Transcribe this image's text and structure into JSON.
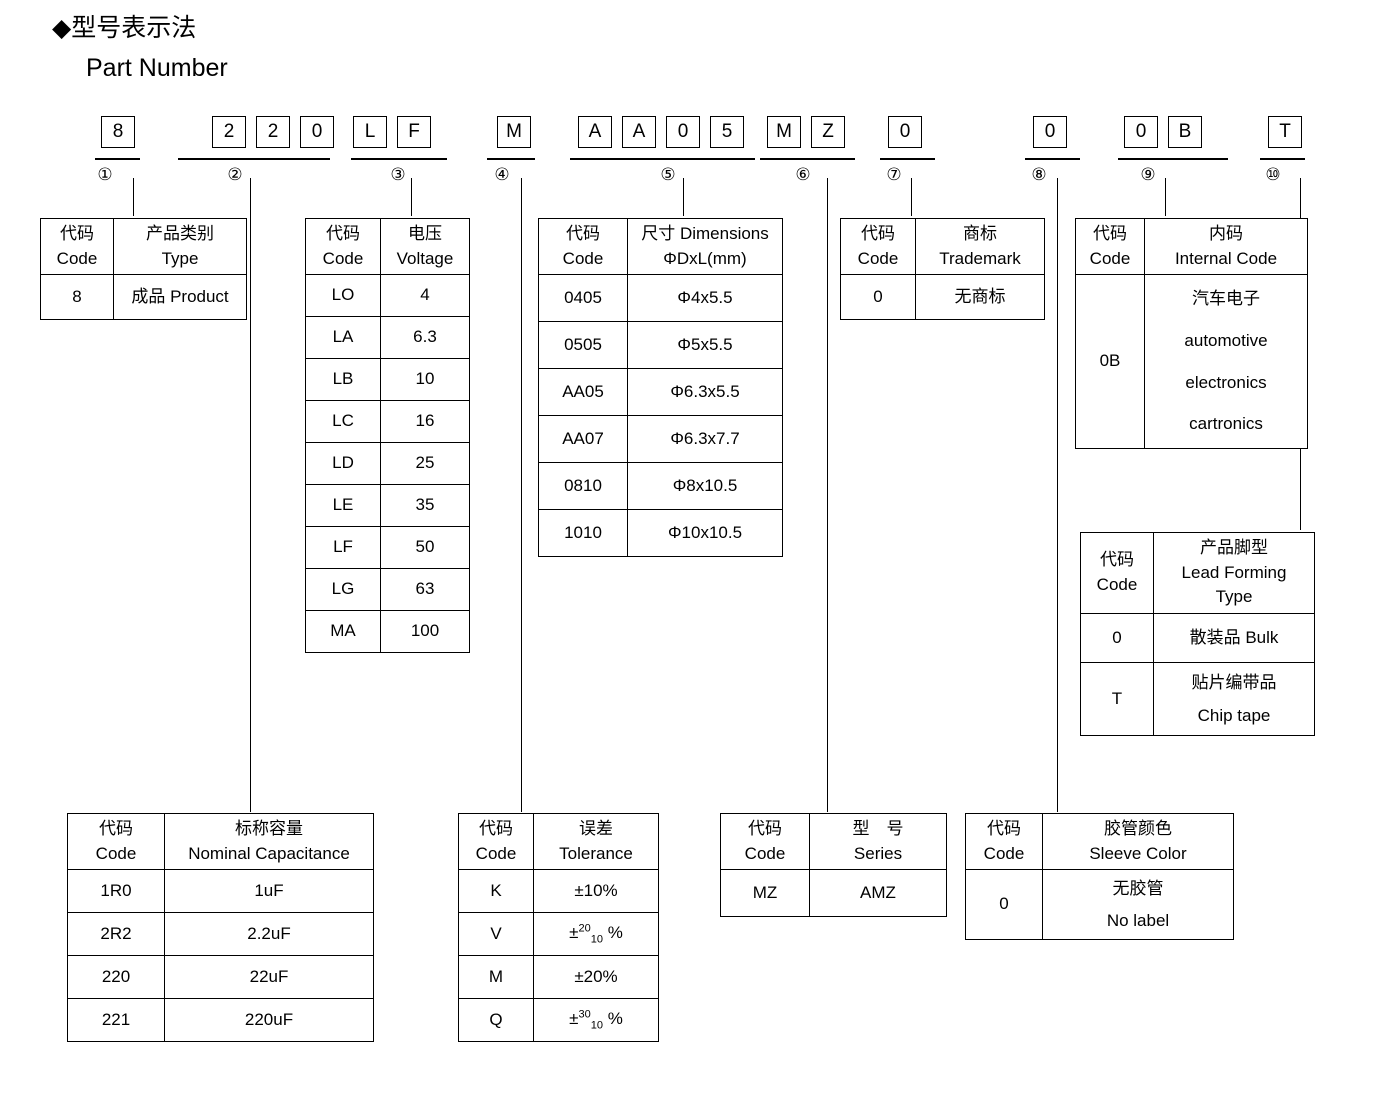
{
  "heading": {
    "bullet": "◆",
    "cn": "型号表示法",
    "en": "Part Number"
  },
  "part_number": {
    "groups": [
      {
        "index": "①",
        "chars": [
          "8"
        ]
      },
      {
        "index": "②",
        "chars": [
          "2",
          "2",
          "0"
        ]
      },
      {
        "index": "③",
        "chars": [
          "L",
          "F"
        ]
      },
      {
        "index": "④",
        "chars": [
          "M"
        ]
      },
      {
        "index": "⑤",
        "chars": [
          "A",
          "A",
          "0",
          "5"
        ]
      },
      {
        "index": "⑥",
        "chars": [
          "M",
          "Z"
        ]
      },
      {
        "index": "⑦",
        "chars": [
          "0"
        ]
      },
      {
        "index": "⑧",
        "chars": [
          "0"
        ]
      },
      {
        "index": "⑨",
        "chars": [
          "0",
          "B"
        ]
      },
      {
        "index": "⑩",
        "chars": [
          "T"
        ]
      }
    ],
    "full_string": "8 220 LF M AA05 MZ 0 0 0B T"
  },
  "tables": {
    "type": {
      "header": {
        "code_cn": "代码",
        "code_en": "Code",
        "val_cn": "产品类别",
        "val_en": "Type"
      },
      "rows": [
        {
          "code": "8",
          "value": "成品 Product"
        }
      ]
    },
    "voltage": {
      "header": {
        "code_cn": "代码",
        "code_en": "Code",
        "val_cn": "电压",
        "val_en": "Voltage"
      },
      "rows": [
        {
          "code": "LO",
          "value": "4"
        },
        {
          "code": "LA",
          "value": "6.3"
        },
        {
          "code": "LB",
          "value": "10"
        },
        {
          "code": "LC",
          "value": "16"
        },
        {
          "code": "LD",
          "value": "25"
        },
        {
          "code": "LE",
          "value": "35"
        },
        {
          "code": "LF",
          "value": "50"
        },
        {
          "code": "LG",
          "value": "63"
        },
        {
          "code": "MA",
          "value": "100"
        }
      ]
    },
    "dimensions": {
      "header": {
        "code_cn": "代码",
        "code_en": "Code",
        "val_cn": "尺寸 Dimensions",
        "val_en": "ΦDxL(mm)"
      },
      "rows": [
        {
          "code": "0405",
          "value": "Φ4x5.5"
        },
        {
          "code": "0505",
          "value": "Φ5x5.5"
        },
        {
          "code": "AA05",
          "value": "Φ6.3x5.5"
        },
        {
          "code": "AA07",
          "value": "Φ6.3x7.7"
        },
        {
          "code": "0810",
          "value": "Φ8x10.5"
        },
        {
          "code": "1010",
          "value": "Φ10x10.5"
        }
      ]
    },
    "trademark": {
      "header": {
        "code_cn": "代码",
        "code_en": "Code",
        "val_cn": "商标",
        "val_en": "Trademark"
      },
      "rows": [
        {
          "code": "0",
          "value": "无商标"
        }
      ]
    },
    "internal_code": {
      "header": {
        "code_cn": "代码",
        "code_en": "Code",
        "val_cn": "内码",
        "val_en": "Internal Code"
      },
      "rows": [
        {
          "code": "0B",
          "lines": [
            "汽车电子",
            "automotive",
            "electronics",
            "cartronics"
          ]
        }
      ]
    },
    "lead_forming": {
      "header": {
        "code_cn": "代码",
        "code_en": "Code",
        "val_cn": "产品脚型",
        "val_en1": "Lead Forming",
        "val_en2": "Type"
      },
      "rows": [
        {
          "code": "0",
          "lines": [
            "散装品 Bulk"
          ]
        },
        {
          "code": "T",
          "lines": [
            "贴片编带品",
            "Chip tape"
          ]
        }
      ]
    },
    "capacitance": {
      "header": {
        "code_cn": "代码",
        "code_en": "Code",
        "val_cn": "标称容量",
        "val_en": "Nominal Capacitance"
      },
      "rows": [
        {
          "code": "1R0",
          "value": "1uF"
        },
        {
          "code": "2R2",
          "value": "2.2uF"
        },
        {
          "code": "220",
          "value": "22uF"
        },
        {
          "code": "221",
          "value": "220uF"
        }
      ]
    },
    "tolerance": {
      "header": {
        "code_cn": "代码",
        "code_en": "Code",
        "val_cn": "误差",
        "val_en": "Tolerance"
      },
      "rows": [
        {
          "code": "K",
          "value": "±10%",
          "sup": "",
          "sub": ""
        },
        {
          "code": "V",
          "value": "",
          "sup": "20",
          "sub": "10"
        },
        {
          "code": "M",
          "value": "±20%",
          "sup": "",
          "sub": ""
        },
        {
          "code": "Q",
          "value": "",
          "sup": "30",
          "sub": "10"
        }
      ]
    },
    "series": {
      "header": {
        "code_cn": "代码",
        "code_en": "Code",
        "val_cn": "型　号",
        "val_en": "Series"
      },
      "rows": [
        {
          "code": "MZ",
          "value": "AMZ"
        }
      ]
    },
    "sleeve_color": {
      "header": {
        "code_cn": "代码",
        "code_en": "Code",
        "val_cn": "胶管颜色",
        "val_en": "Sleeve Color"
      },
      "rows": [
        {
          "code": "0",
          "lines": [
            "无胶管",
            "No label"
          ]
        }
      ]
    }
  }
}
